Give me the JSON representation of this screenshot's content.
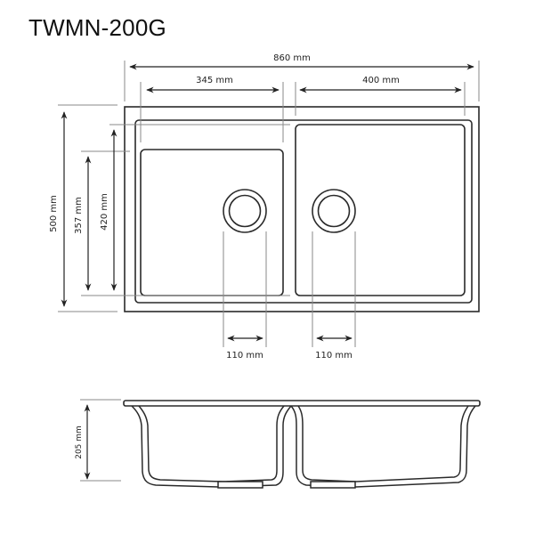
{
  "title": "TWMN-200G",
  "colors": {
    "line": "#2a2a2a",
    "dim_line": "#555555",
    "ext_line": "#8a8a8a",
    "background": "#ffffff"
  },
  "top_view": {
    "overall_width": {
      "label": "860 mm",
      "value_mm": 860
    },
    "left_bowl_width": {
      "label": "345 mm",
      "value_mm": 345
    },
    "right_bowl_width": {
      "label": "400 mm",
      "value_mm": 400
    },
    "overall_depth": {
      "label": "500 mm",
      "value_mm": 500
    },
    "left_bowl_depth": {
      "label": "357 mm",
      "value_mm": 357
    },
    "right_bowl_depth": {
      "label": "420 mm",
      "value_mm": 420
    },
    "left_drain_diameter": {
      "label": "110 mm",
      "value_mm": 110
    },
    "right_drain_diameter": {
      "label": "110 mm",
      "value_mm": 110
    }
  },
  "side_view": {
    "bowl_depth": {
      "label": "205 mm",
      "value_mm": 205
    }
  }
}
